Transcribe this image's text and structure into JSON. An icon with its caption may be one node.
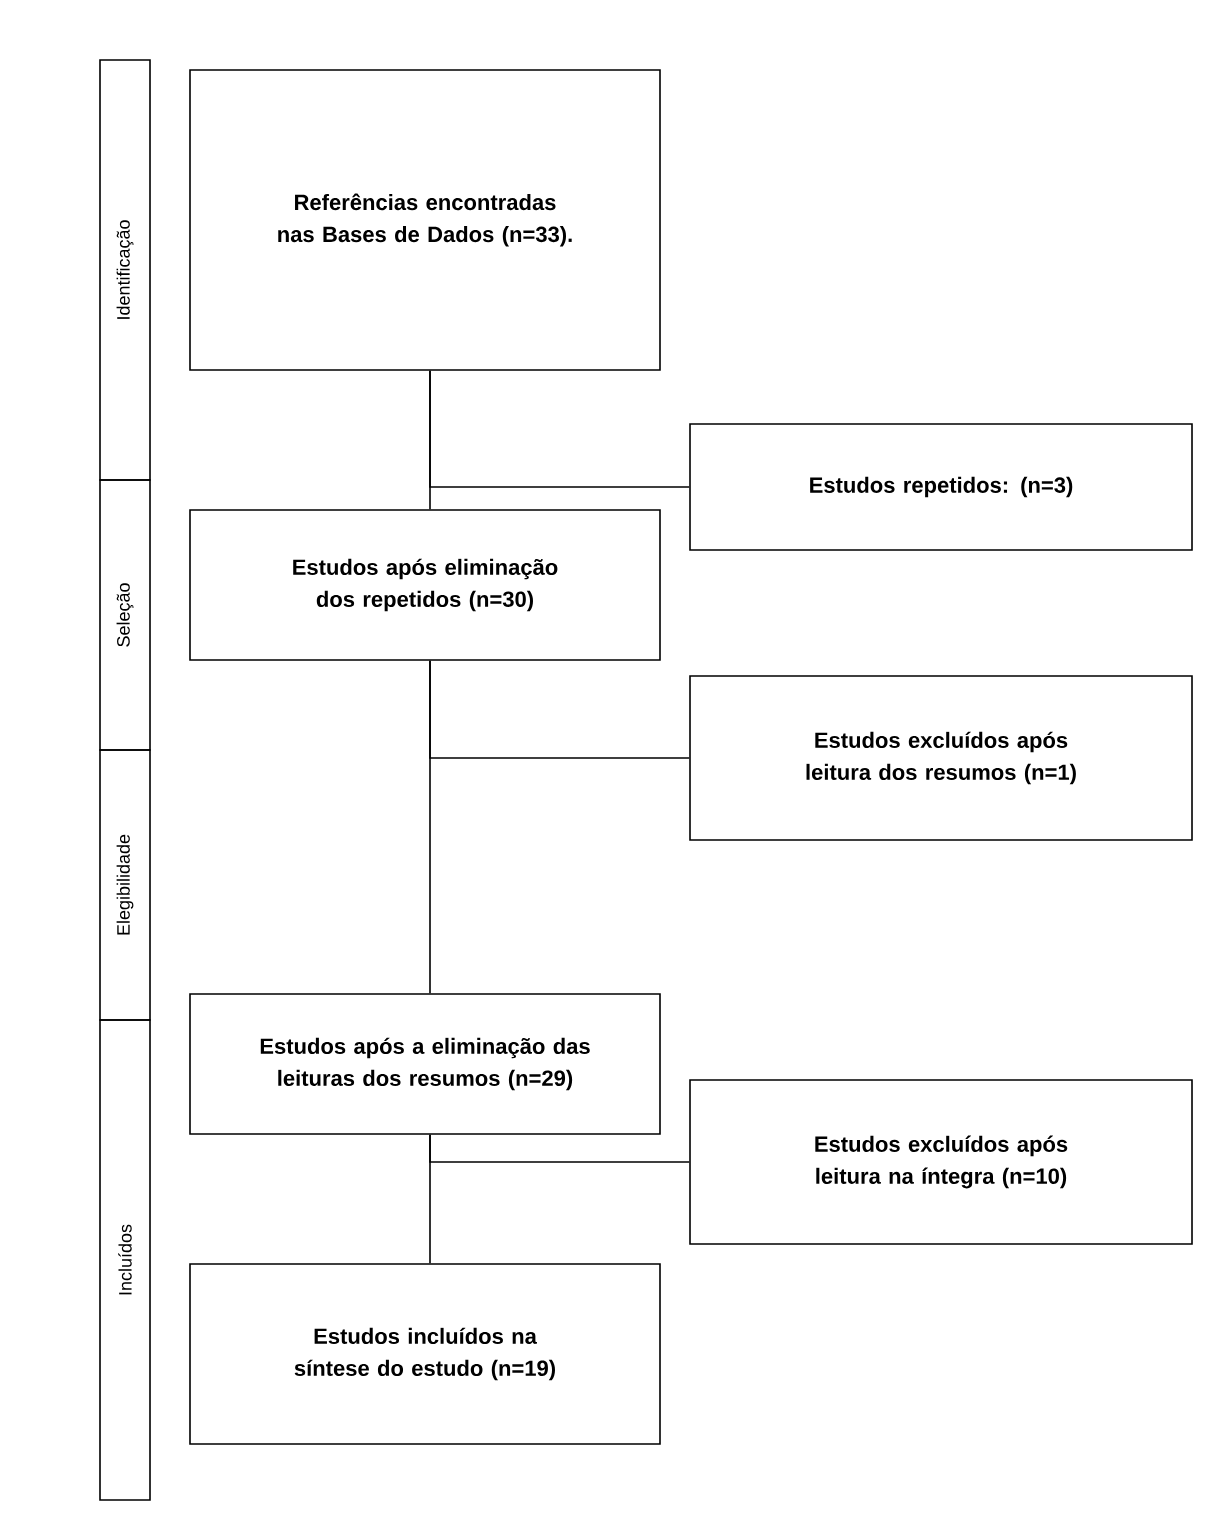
{
  "diagram": {
    "nodes": [
      {
        "text": [
          "Identificação"
        ]
      },
      {
        "text": [
          "Seleção"
        ]
      },
      {
        "text": [
          "Elegibilidade"
        ]
      },
      {
        "text": [
          "Incluídos"
        ]
      },
      {
        "text": [
          "Referências encontradas nas Bases de Dados (n=33)."
        ]
      },
      {
        "text": [
          "Estudos repetidos: (n=3)"
        ]
      },
      {
        "text": [
          "Estudos após eliminação dos repetidos (n=30)"
        ]
      },
      {
        "text": [
          "Estudos excluídos após leitura dos resumos (n=1)"
        ]
      },
      {
        "text": [
          "Estudos após a eliminação das leituras dos resumos (n=29)"
        ]
      },
      {
        "text": [
          "Estudos excluídos após leitura na íntegra (n=10)"
        ]
      },
      {
        "text": [
          "Estudos incluídos na síntese do estudo (n=19)"
        ]
      }
    ],
    "edges": [
      {
        "from": 4,
        "to": 6,
        "arrow": "none"
      },
      {
        "from": 4,
        "to": 5,
        "arrow": "none"
      },
      {
        "from": 6,
        "to": 8,
        "arrow": "none"
      },
      {
        "from": 6,
        "to": 7,
        "arrow": "none"
      },
      {
        "from": 8,
        "to": 10,
        "arrow": "none"
      },
      {
        "from": 8,
        "to": 9,
        "arrow": "none"
      }
    ]
  }
}
